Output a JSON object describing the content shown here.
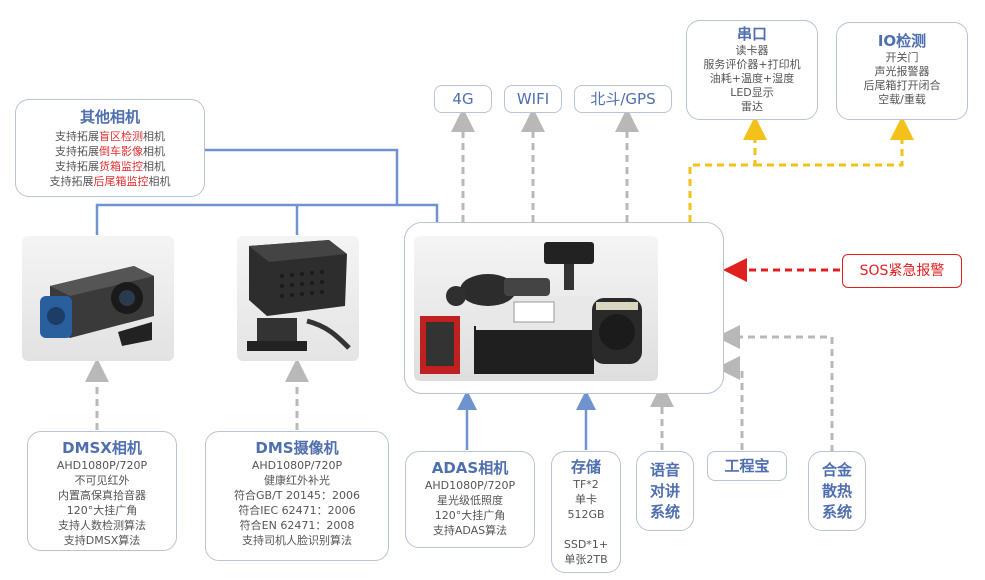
{
  "other_camera": {
    "title": "其他相机",
    "lines": [
      {
        "pre": "支持拓展",
        "hl": "盲区检测",
        "post": "相机"
      },
      {
        "pre": "支持拓展",
        "hl": "倒车影像",
        "post": "相机"
      },
      {
        "pre": "支持拓展",
        "hl": "货箱监控",
        "post": "相机"
      },
      {
        "pre": "支持拓展",
        "hl": "后尾箱监控",
        "post": "相机"
      }
    ]
  },
  "top_modules": {
    "m4g": "4G",
    "wifi": "WIFI",
    "gps": "北斗/GPS"
  },
  "serial": {
    "title": "串口",
    "lines": [
      "读卡器",
      "服务评价器+打印机",
      "油耗+温度+湿度",
      "LED显示",
      "雷达"
    ]
  },
  "io": {
    "title": "IO检测",
    "lines": [
      "开关门",
      "声光报警器",
      "后尾箱打开闭合",
      "空载/重载"
    ]
  },
  "sos": {
    "label": "SOS紧急报警"
  },
  "dmsx": {
    "title": "DMSX相机",
    "lines": [
      "AHD1080P/720P",
      "不可见红外",
      "内置高保真拾音器",
      "120°大挂广角",
      "支持人数检测算法",
      "支持DMSX算法"
    ]
  },
  "dms": {
    "title": "DMS摄像机",
    "lines": [
      "AHD1080P/720P",
      "健康红外补光",
      "符合GB/T 20145：2006",
      "符合IEC 62471：2006",
      "符合EN 62471：2008",
      "支持司机人脸识别算法"
    ]
  },
  "adas": {
    "title": "ADAS相机",
    "lines": [
      "AHD1080P/720P",
      "星光级低照度",
      "120°大挂广角",
      "支持ADAS算法"
    ]
  },
  "storage": {
    "title": "存储",
    "lines": [
      "TF*2",
      "单卡",
      "512GB",
      "",
      "SSD*1+",
      "单张2TB"
    ]
  },
  "voice": {
    "title": "语音对讲系统",
    "l1": "语音",
    "l2": "对讲",
    "l3": "系统"
  },
  "engineer": {
    "title": "工程宝"
  },
  "alloy": {
    "l1": "合金",
    "l2": "散热",
    "l3": "系统"
  },
  "colors": {
    "blue_line": "#6f93cf",
    "gray_line": "#b8b8b8",
    "yellow_line": "#f2c21b",
    "red_line": "#e02020",
    "title_blue": "#4f6faf"
  }
}
